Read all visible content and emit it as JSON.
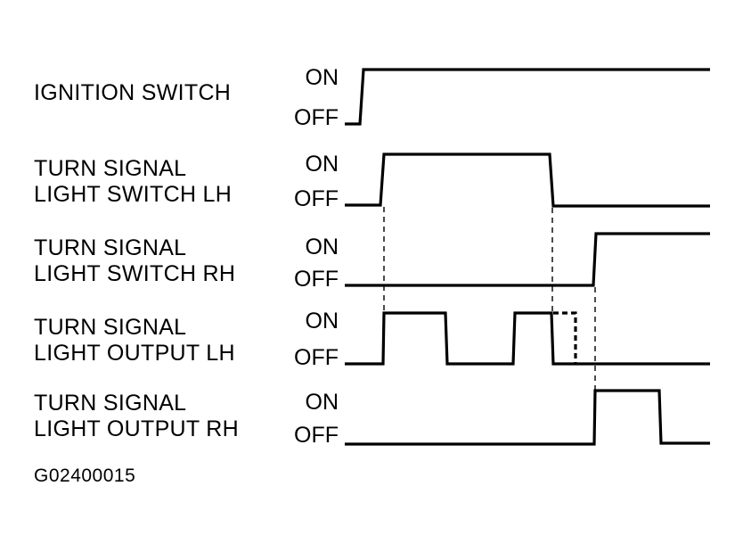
{
  "diagram": {
    "code": "G02400015",
    "signals": [
      {
        "id": "ignition",
        "label_lines": [
          "IGNITION SWITCH"
        ],
        "on_label": "ON",
        "off_label": "OFF"
      },
      {
        "id": "ts-switch-lh",
        "label_lines": [
          "TURN SIGNAL",
          "LIGHT SWITCH LH"
        ],
        "on_label": "ON",
        "off_label": "OFF"
      },
      {
        "id": "ts-switch-rh",
        "label_lines": [
          "TURN SIGNAL",
          "LIGHT SWITCH RH"
        ],
        "on_label": "ON",
        "off_label": "OFF"
      },
      {
        "id": "ts-output-lh",
        "label_lines": [
          "TURN SIGNAL",
          "LIGHT OUTPUT LH"
        ],
        "on_label": "ON",
        "off_label": "OFF"
      },
      {
        "id": "ts-output-rh",
        "label_lines": [
          "TURN SIGNAL",
          "LIGHT OUTPUT RH"
        ],
        "on_label": "ON",
        "off_label": "OFF"
      }
    ],
    "colors": {
      "line": "#000000",
      "background": "#ffffff"
    }
  }
}
